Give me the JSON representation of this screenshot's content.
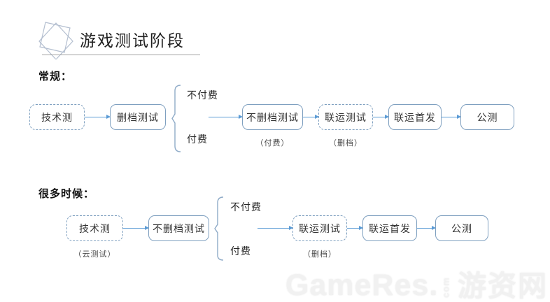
{
  "header": {
    "title": "游戏测试阶段",
    "icon": "diamond-icon"
  },
  "flow1": {
    "label": "常规：",
    "node1": {
      "label": "技术测"
    },
    "node2": {
      "label": "删档测试"
    },
    "branch": {
      "top": "不付费",
      "bottom": "付费"
    },
    "node3": {
      "label": "不删档测试",
      "note": "（付费）"
    },
    "node4": {
      "label": "联运测试",
      "note": "（删档）"
    },
    "node5": {
      "label": "联运首发"
    },
    "node6": {
      "label": "公测"
    }
  },
  "flow2": {
    "label": "很多时候：",
    "node1": {
      "label": "技术测",
      "note": "（云测试）"
    },
    "node2": {
      "label": "不删档测试"
    },
    "branch": {
      "top": "不付费",
      "bottom": "付费"
    },
    "node3": {
      "label": "联运测试",
      "note": "（删档）"
    },
    "node4": {
      "label": "联运首发"
    },
    "node5": {
      "label": "公测"
    }
  },
  "watermark": {
    "brand": "GameRes",
    "dot": ".",
    "tld": "com",
    "cjk": "游资网"
  },
  "colors": {
    "arrow_blue": "#5b9bd5",
    "box_border": "#7fa0c0",
    "brace_blue": "#8fabc8",
    "underline_gray": "#a3a3a3",
    "watermark_gray": "#f1f1f1"
  }
}
